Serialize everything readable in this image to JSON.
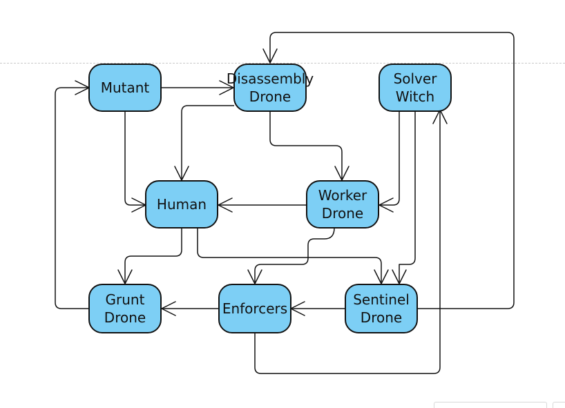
{
  "colors": {
    "node_fill": "#7dcff5",
    "node_border": "#111111",
    "edge": "#111111",
    "guide": "#c8c8c8"
  },
  "nodes": [
    {
      "id": "mutant",
      "label": "Mutant"
    },
    {
      "id": "disassembly",
      "label": "Disassembly\nDrone"
    },
    {
      "id": "solver",
      "label": "Solver\nWitch"
    },
    {
      "id": "human",
      "label": "Human"
    },
    {
      "id": "worker",
      "label": "Worker\nDrone"
    },
    {
      "id": "grunt",
      "label": "Grunt\nDrone"
    },
    {
      "id": "enforcers",
      "label": "Enforcers"
    },
    {
      "id": "sentinel",
      "label": "Sentinel\nDrone"
    }
  ],
  "edges": [
    {
      "from": "mutant",
      "to": "disassembly"
    },
    {
      "from": "mutant",
      "to": "human"
    },
    {
      "from": "disassembly",
      "to": "human"
    },
    {
      "from": "disassembly",
      "to": "worker"
    },
    {
      "from": "solver",
      "to": "worker"
    },
    {
      "from": "solver",
      "to": "sentinel"
    },
    {
      "from": "worker",
      "to": "human"
    },
    {
      "from": "worker",
      "to": "enforcers"
    },
    {
      "from": "human",
      "to": "grunt"
    },
    {
      "from": "human",
      "to": "sentinel"
    },
    {
      "from": "enforcers",
      "to": "grunt"
    },
    {
      "from": "enforcers",
      "to": "solver"
    },
    {
      "from": "sentinel",
      "to": "enforcers"
    },
    {
      "from": "sentinel",
      "to": "disassembly"
    },
    {
      "from": "grunt",
      "to": "mutant"
    }
  ]
}
